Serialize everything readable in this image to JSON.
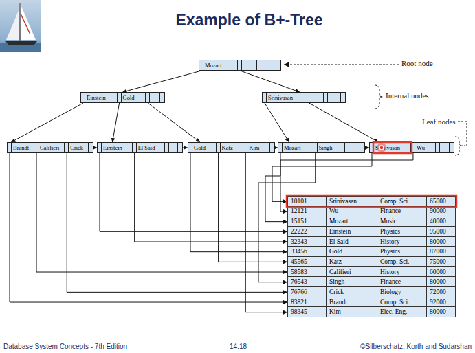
{
  "diagram": {
    "title": "Example of B+-Tree",
    "nodes": [
      {
        "text": [
          "Mozart"
        ]
      },
      {
        "text": [
          "Einstein",
          "Gold"
        ]
      },
      {
        "text": [
          "Srinivasan"
        ]
      },
      {
        "text": [
          "Brandt",
          "Califieri",
          "Crick"
        ]
      },
      {
        "text": [
          "Einstein",
          "El Said"
        ]
      },
      {
        "text": [
          "Gold",
          "Katz",
          "Kim"
        ]
      },
      {
        "text": [
          "Mozart",
          "Singh"
        ]
      },
      {
        "text": [
          "Srinivasan",
          "Wu"
        ]
      },
      {
        "text": [
          "10101",
          "Srinivasan",
          "Comp. Sci.",
          "65000"
        ]
      },
      {
        "text": [
          "12121",
          "Wu",
          "Finance",
          "90000"
        ]
      },
      {
        "text": [
          "15151",
          "Mozart",
          "Music",
          "40000"
        ]
      },
      {
        "text": [
          "22222",
          "Einstein",
          "Physics",
          "95000"
        ]
      },
      {
        "text": [
          "32343",
          "El Said",
          "History",
          "80000"
        ]
      },
      {
        "text": [
          "33456",
          "Gold",
          "Physics",
          "87000"
        ]
      },
      {
        "text": [
          "45565",
          "Katz",
          "Comp. Sci.",
          "75000"
        ]
      },
      {
        "text": [
          "58583",
          "Califieri",
          "History",
          "60000"
        ]
      },
      {
        "text": [
          "76543",
          "Singh",
          "Finance",
          "80000"
        ]
      },
      {
        "text": [
          "76766",
          "Crick",
          "Biology",
          "72000"
        ]
      },
      {
        "text": [
          "83821",
          "Brandt",
          "Comp. Sci.",
          "92000"
        ]
      },
      {
        "text": [
          "98345",
          "Kim",
          "Elec. Eng.",
          "80000"
        ]
      }
    ],
    "edges": [
      {
        "from": 0,
        "to": 1,
        "arrow": "to"
      },
      {
        "from": 0,
        "to": 2,
        "arrow": "to"
      },
      {
        "from": 1,
        "to": 3,
        "arrow": "to"
      },
      {
        "from": 1,
        "to": 4,
        "arrow": "to"
      },
      {
        "from": 1,
        "to": 5,
        "arrow": "to"
      },
      {
        "from": 2,
        "to": 6,
        "arrow": "to"
      },
      {
        "from": 2,
        "to": 7,
        "arrow": "to"
      },
      {
        "from": 3,
        "to": 4,
        "arrow": "to"
      },
      {
        "from": 4,
        "to": 5,
        "arrow": "to"
      },
      {
        "from": 5,
        "to": 6,
        "arrow": "to"
      },
      {
        "from": 6,
        "to": 7,
        "arrow": "to"
      },
      {
        "from": 3,
        "to": 18,
        "arrow": "to"
      },
      {
        "from": 3,
        "to": 15,
        "arrow": "to"
      },
      {
        "from": 3,
        "to": 17,
        "arrow": "to"
      },
      {
        "from": 4,
        "to": 11,
        "arrow": "to"
      },
      {
        "from": 4,
        "to": 12,
        "arrow": "to"
      },
      {
        "from": 5,
        "to": 13,
        "arrow": "to"
      },
      {
        "from": 5,
        "to": 14,
        "arrow": "to"
      },
      {
        "from": 5,
        "to": 19,
        "arrow": "to"
      },
      {
        "from": 6,
        "to": 10,
        "arrow": "to"
      },
      {
        "from": 6,
        "to": 16,
        "arrow": "to"
      },
      {
        "from": 7,
        "to": 8,
        "arrow": "to"
      },
      {
        "from": 7,
        "to": 9,
        "arrow": "to"
      }
    ],
    "labels": [
      "Root node",
      "Internal nodes",
      "Leaf nodes",
      "Database System Concepts - 7th Edition",
      "14.18",
      "©Silberschatz, Korth and Sudarshan"
    ]
  }
}
